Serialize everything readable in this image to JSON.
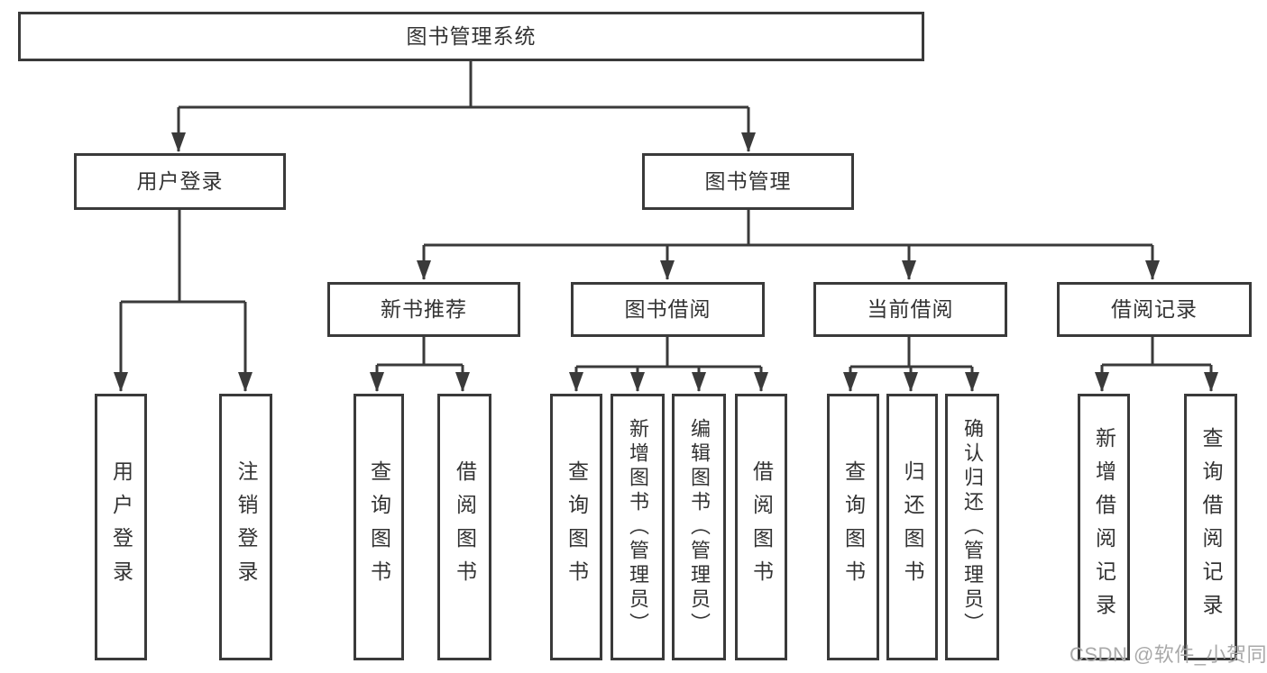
{
  "diagram": {
    "root": "图书管理系统",
    "branches": {
      "user_login": {
        "label": "用户登录",
        "children": [
          "用户登录",
          "注销登录"
        ]
      },
      "book_management": {
        "label": "图书管理",
        "children": {
          "new_book": {
            "label": "新书推荐",
            "children": [
              "查询图书",
              "借阅图书"
            ]
          },
          "borrow": {
            "label": "图书借阅",
            "children": [
              "查询图书",
              "新增图书（管理员）",
              "编辑图书（管理员）",
              "借阅图书"
            ]
          },
          "current": {
            "label": "当前借阅",
            "children": [
              "查询图书",
              "归还图书",
              "确认归还（管理员）"
            ]
          },
          "records": {
            "label": "借阅记录",
            "children": [
              "新增借阅记录",
              "查询借阅记录"
            ]
          }
        }
      }
    }
  },
  "watermark": "CSDN @软件_小贺同学",
  "colors": {
    "line": "#3a3a3a",
    "text": "#333333",
    "box_background": "#ffffff",
    "watermark": "#a9a9a9"
  }
}
